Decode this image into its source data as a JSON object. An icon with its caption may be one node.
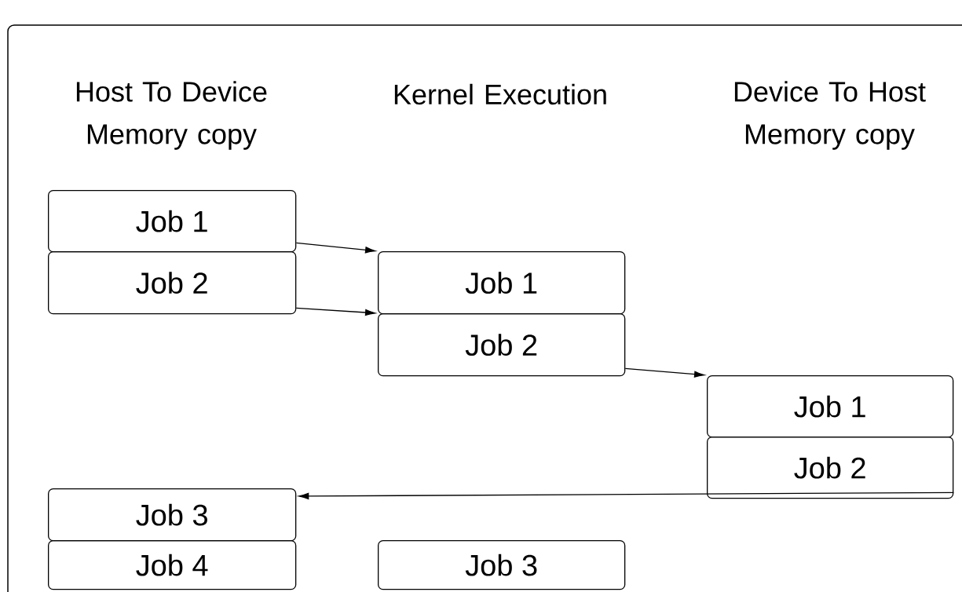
{
  "diagram": {
    "nodes": [
      {
        "text": [
          "Job 1"
        ]
      },
      {
        "text": [
          "Job 2"
        ]
      },
      {
        "text": [
          "Job 1"
        ]
      },
      {
        "text": [
          "Job 2"
        ]
      },
      {
        "text": [
          "Job 1"
        ]
      },
      {
        "text": [
          "Job 2"
        ]
      },
      {
        "text": [
          "Job 3"
        ]
      },
      {
        "text": [
          "Job 4"
        ]
      },
      {
        "text": [
          "Job 3"
        ]
      }
    ],
    "edges": [
      {
        "from": 0,
        "to": 2,
        "arrow": "to"
      },
      {
        "from": 1,
        "to": 3,
        "arrow": "to"
      },
      {
        "from": 3,
        "to": 4,
        "arrow": "to"
      },
      {
        "from": 5,
        "to": 6,
        "arrow": "to"
      }
    ],
    "labels": [
      "Host To Device Memory copy",
      "Kernel Execution",
      "Device To Host Memory copy"
    ]
  }
}
